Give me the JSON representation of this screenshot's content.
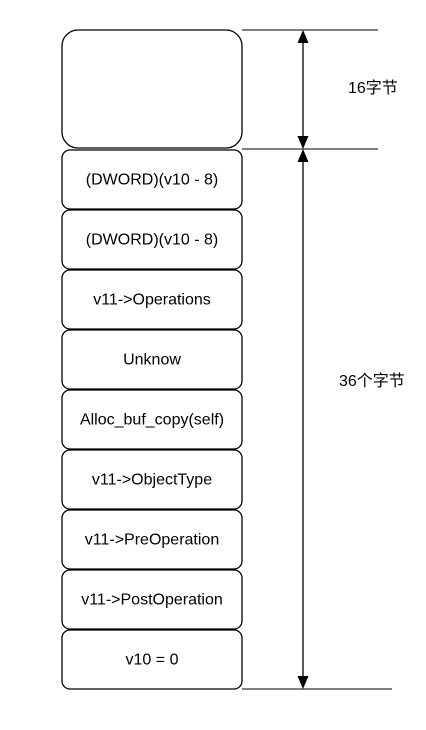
{
  "header_block": {
    "label": ""
  },
  "cells": [
    "(DWORD)(v10 - 8)",
    "(DWORD)(v10 - 8)",
    "v11->Operations",
    "Unknow",
    "Alloc_buf_copy(self)",
    "v11->ObjectType",
    "v11->PreOperation",
    "v11->PostOperation",
    "v10 = 0"
  ],
  "dimensions": {
    "top_label": "16字节",
    "bottom_label": "36个字节"
  },
  "colors": {
    "stroke": "#000000",
    "fill": "#ffffff",
    "text": "#000000"
  }
}
